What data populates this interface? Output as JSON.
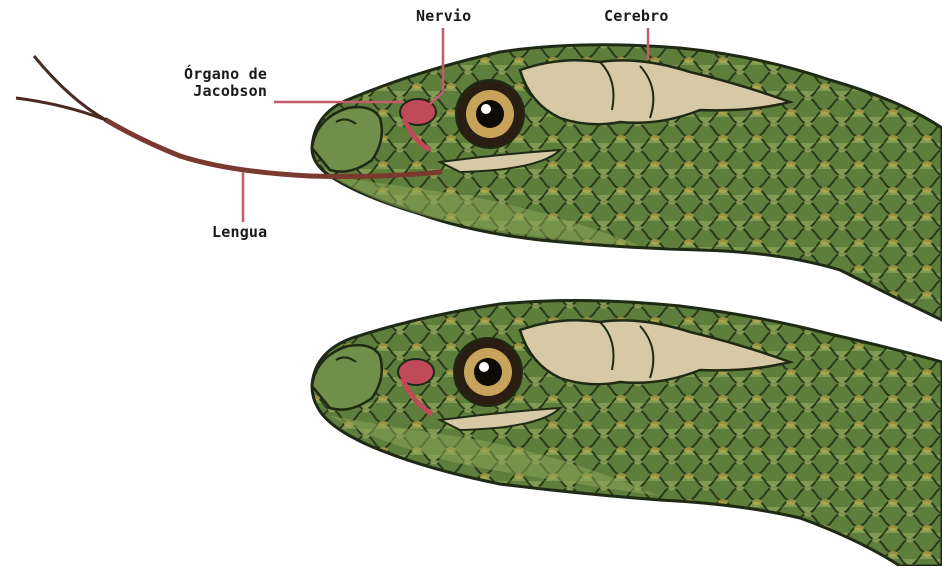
{
  "labels": {
    "nervio": "Nervio",
    "cerebro": "Cerebro",
    "organo_line1": "Órgano de",
    "organo_line2": "Jacobson",
    "lengua": "Lengua"
  },
  "colors": {
    "scales_dark": "#3d5a2a",
    "scales_mid": "#6f8f4a",
    "scales_light": "#a9b56a",
    "scales_yellow": "#b9a84a",
    "skull_bone": "#d8c9a6",
    "tongue": "#7a3a2e",
    "organ": "#c04a5a",
    "leader_line": "#c45c6a",
    "eye_ring": "#c8a35a",
    "outline": "#1e2a14"
  }
}
